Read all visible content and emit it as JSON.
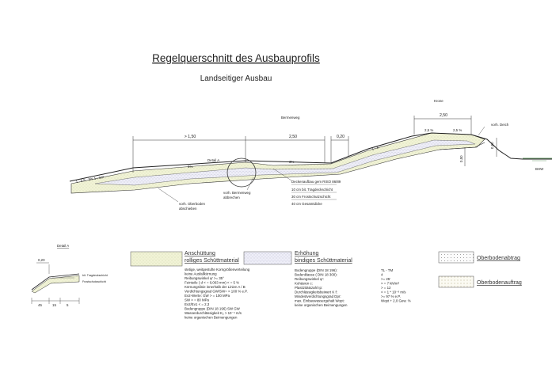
{
  "title": "Regelquerschnitt des Ausbauprofils",
  "subtitle": "Landseitiger Ausbau",
  "section_labels": {
    "bermenweg": "Bermenweg",
    "krone": "Krone",
    "detail_a_marker": "Detail A",
    "bhw": "BHW",
    "vorh_deich": "vorh. Deich",
    "vorh_oberboden": [
      "vorh. Oberboden",
      "abschieben"
    ],
    "vorh_bermenweg": [
      "vorh. Bermenweg",
      "abbrechen"
    ],
    "slope_1": "1 : 5,5",
    "slope_1_to": "bis",
    "slope_1_2": "1 : 3,0",
    "slope_2": "1 : 3"
  },
  "dimensions": {
    "d_150": "> 1,50",
    "d_250": "2,50",
    "d_020": "0,20",
    "d_krone": "2,50",
    "d_080": "0,80",
    "d_050": "0,50",
    "pct_bermenweg_left": "5%",
    "pct_bermenweg_right": "3%",
    "pct_krone_left": "2,5 %",
    "pct_krone_right": "2,5 %"
  },
  "deckenaufbau": {
    "title": "Deckenaufbau gem RStO 86/89",
    "layers": [
      "10 cm bit. Tragdeckschicht",
      "30 cm Frostschutzschicht",
      "40 cm Gesamtdicke"
    ]
  },
  "detail_a": {
    "title": "Detail A",
    "dim_top": "0,20",
    "dims_bottom": [
      "45",
      "15",
      "5"
    ],
    "labels": [
      "bit. Tragdeckschicht",
      "Frostschutzschicht"
    ]
  },
  "legend": {
    "anschuettung": {
      "title": [
        "Anschüttung",
        "rolliges Schüttmaterial"
      ],
      "lines": [
        "stetige, weitgestufte Korngrößenverteilung",
        "keine Ausfallkörnung",
        "Reibungswinkel φ'  >=  35°",
        "Feinteile ( d < = 0,063 mm)    < = 5 %",
        "Körnungslinie innerhalb der Linien A / B",
        "Verdichtungsgrad GW/SW= > 100 % e.P.",
        "Ev2-Werte: GW > = 100 MPa",
        "                 SW  > =    80 MPa",
        "Ev2/Ev1 < = 2,3",
        "Bodengruppe (DIN 18 196) SW GW",
        "Wasserdurchlässigkeit K₂ > 10⁻⁴ m/s",
        "keine organischen Beimengungen"
      ]
    },
    "erhoehung": {
      "title": [
        "Erhöhung",
        "bindiges Schüttmaterial"
      ],
      "labels": [
        "Bodengruppe (DIN 18 196):",
        "Bodenklasse ( DIN 18 300):",
        "Reibungswinkel φ':",
        "Kohäsion c:",
        "Plastizitätszahl Ip:",
        "Durchlässigkeitsbeiwert K f:",
        "Mindestverdichtungsgrad Dpr:",
        "max. Einbauwassergehalt Wopt:",
        "keine organischen Beimengungen"
      ],
      "values": [
        "TL - TM",
        "4",
        ">= 25'",
        "> = 7 kN/m²",
        "> = 12",
        "< = 1 * 10⁻⁸ m/s",
        ">= 97 % e.P.",
        "Wopt + 2,0 Gew. %",
        ""
      ]
    },
    "oberbodenabtrag": "Oberbodenabtrag",
    "oberbodenauftrag": "Oberbodenauftrag"
  }
}
